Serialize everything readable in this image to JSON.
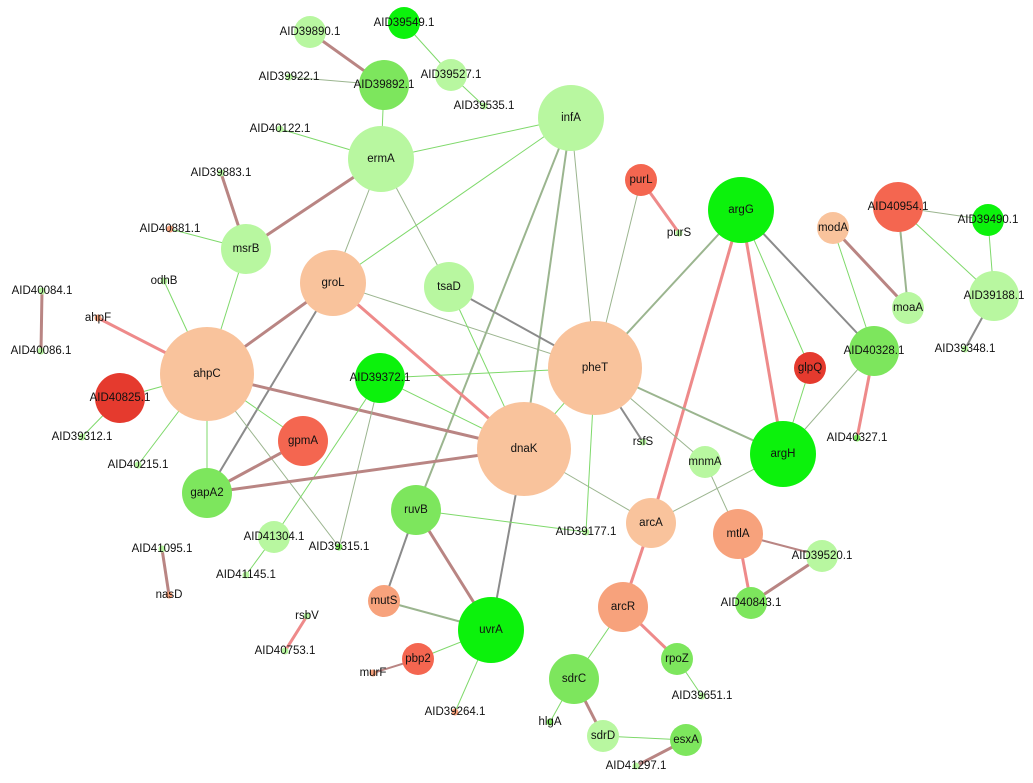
{
  "palette": {
    "dark_green": "#0cf20c",
    "mid_green": "#7de65d",
    "light_green": "#b8f7a0",
    "peach": "#f9c39c",
    "orange": "#f7a27c",
    "light_red": "#f46650",
    "red": "#e53a2e",
    "edge_green": "#7fd96b",
    "edge_gray": "#8b8b8b",
    "edge_mauve": "#b98583",
    "edge_pink": "#ee8a8a",
    "edge_graygreen": "#9bb58f"
  },
  "nodes": [
    {
      "id": "AID39890.1",
      "label": "AID39890.1",
      "color": "light_green",
      "size": "s"
    },
    {
      "id": "AID39549.1",
      "label": "AID39549.1",
      "color": "dark_green",
      "size": "s"
    },
    {
      "id": "AID39922.1",
      "label": "AID39922.1",
      "color": "light_green",
      "size": "xs"
    },
    {
      "id": "AID39892.1",
      "label": "AID39892.1",
      "color": "mid_green",
      "size": "m"
    },
    {
      "id": "AID39527.1",
      "label": "AID39527.1",
      "color": "light_green",
      "size": "s"
    },
    {
      "id": "AID39535.1",
      "label": "AID39535.1",
      "color": "light_green",
      "size": "xs"
    },
    {
      "id": "infA",
      "label": "infA",
      "color": "light_green",
      "size": "l"
    },
    {
      "id": "AID40122.1",
      "label": "AID40122.1",
      "color": "light_green",
      "size": "xs"
    },
    {
      "id": "ermA",
      "label": "ermA",
      "color": "light_green",
      "size": "l"
    },
    {
      "id": "AID39883.1",
      "label": "AID39883.1",
      "color": "light_green",
      "size": "xs"
    },
    {
      "id": "purL",
      "label": "purL",
      "color": "light_red",
      "size": "s"
    },
    {
      "id": "argG",
      "label": "argG",
      "color": "dark_green",
      "size": "l"
    },
    {
      "id": "AID40954.1",
      "label": "AID40954.1",
      "color": "light_red",
      "size": "m"
    },
    {
      "id": "AID39490.1",
      "label": "AID39490.1",
      "color": "dark_green",
      "size": "s"
    },
    {
      "id": "purS",
      "label": "purS",
      "color": "light_green",
      "size": "xs"
    },
    {
      "id": "modA",
      "label": "modA",
      "color": "peach",
      "size": "s"
    },
    {
      "id": "AID40881.1",
      "label": "AID40881.1",
      "color": "orange",
      "size": "xs"
    },
    {
      "id": "msrB",
      "label": "msrB",
      "color": "light_green",
      "size": "m"
    },
    {
      "id": "groL",
      "label": "groL",
      "color": "peach",
      "size": "l"
    },
    {
      "id": "tsaD",
      "label": "tsaD",
      "color": "light_green",
      "size": "m"
    },
    {
      "id": "odhB",
      "label": "odhB",
      "color": "light_green",
      "size": "xs"
    },
    {
      "id": "AID40084.1",
      "label": "AID40084.1",
      "color": "light_green",
      "size": "xs"
    },
    {
      "id": "ahpF",
      "label": "ahpF",
      "color": "orange",
      "size": "xs"
    },
    {
      "id": "AID40086.1",
      "label": "AID40086.1",
      "color": "light_green",
      "size": "xs"
    },
    {
      "id": "moaA",
      "label": "moaA",
      "color": "light_green",
      "size": "s"
    },
    {
      "id": "AID39188.1",
      "label": "AID39188.1",
      "color": "light_green",
      "size": "m"
    },
    {
      "id": "AID39348.1",
      "label": "AID39348.1",
      "color": "light_green",
      "size": "xs"
    },
    {
      "id": "ahpC",
      "label": "ahpC",
      "color": "peach",
      "size": "xl"
    },
    {
      "id": "pheT",
      "label": "pheT",
      "color": "peach",
      "size": "xl"
    },
    {
      "id": "AID40328.1",
      "label": "AID40328.1",
      "color": "mid_green",
      "size": "m"
    },
    {
      "id": "glpQ",
      "label": "glpQ",
      "color": "red",
      "size": "s"
    },
    {
      "id": "AID39372.1",
      "label": "AID39372.1",
      "color": "dark_green",
      "size": "m"
    },
    {
      "id": "AID40825.1",
      "label": "AID40825.1",
      "color": "red",
      "size": "m"
    },
    {
      "id": "AID39312.1",
      "label": "AID39312.1",
      "color": "light_green",
      "size": "xs"
    },
    {
      "id": "gpmA",
      "label": "gpmA",
      "color": "light_red",
      "size": "m"
    },
    {
      "id": "dnaK",
      "label": "dnaK",
      "color": "peach",
      "size": "xl"
    },
    {
      "id": "AID40327.1",
      "label": "AID40327.1",
      "color": "mid_green",
      "size": "xs"
    },
    {
      "id": "rsfS",
      "label": "rsfS",
      "color": "light_green",
      "size": "xs"
    },
    {
      "id": "mnmA",
      "label": "mnmA",
      "color": "light_green",
      "size": "s"
    },
    {
      "id": "argH",
      "label": "argH",
      "color": "dark_green",
      "size": "l"
    },
    {
      "id": "AID40215.1",
      "label": "AID40215.1",
      "color": "light_green",
      "size": "xs"
    },
    {
      "id": "gapA2",
      "label": "gapA2",
      "color": "mid_green",
      "size": "m"
    },
    {
      "id": "ruvB",
      "label": "ruvB",
      "color": "mid_green",
      "size": "m"
    },
    {
      "id": "AID39177.1",
      "label": "AID39177.1",
      "color": "light_green",
      "size": "xs"
    },
    {
      "id": "arcA",
      "label": "arcA",
      "color": "peach",
      "size": "m"
    },
    {
      "id": "mtlA",
      "label": "mtlA",
      "color": "orange",
      "size": "m"
    },
    {
      "id": "AID41304.1",
      "label": "AID41304.1",
      "color": "light_green",
      "size": "s"
    },
    {
      "id": "AID39315.1",
      "label": "AID39315.1",
      "color": "mid_green",
      "size": "xs"
    },
    {
      "id": "AID41095.1",
      "label": "AID41095.1",
      "color": "light_green",
      "size": "xs"
    },
    {
      "id": "AID39520.1",
      "label": "AID39520.1",
      "color": "light_green",
      "size": "s"
    },
    {
      "id": "AID41145.1",
      "label": "AID41145.1",
      "color": "light_green",
      "size": "xs"
    },
    {
      "id": "nasD",
      "label": "nasD",
      "color": "orange",
      "size": "xs"
    },
    {
      "id": "mutS",
      "label": "mutS",
      "color": "orange",
      "size": "s"
    },
    {
      "id": "arcR",
      "label": "arcR",
      "color": "orange",
      "size": "m"
    },
    {
      "id": "AID40843.1",
      "label": "AID40843.1",
      "color": "mid_green",
      "size": "s"
    },
    {
      "id": "rsbV",
      "label": "rsbV",
      "color": "light_green",
      "size": "xs"
    },
    {
      "id": "uvrA",
      "label": "uvrA",
      "color": "dark_green",
      "size": "l"
    },
    {
      "id": "AID40753.1",
      "label": "AID40753.1",
      "color": "light_green",
      "size": "xs"
    },
    {
      "id": "pbp2",
      "label": "pbp2",
      "color": "light_red",
      "size": "s"
    },
    {
      "id": "murF",
      "label": "murF",
      "color": "orange",
      "size": "xs"
    },
    {
      "id": "rpoZ",
      "label": "rpoZ",
      "color": "mid_green",
      "size": "s"
    },
    {
      "id": "sdrC",
      "label": "sdrC",
      "color": "mid_green",
      "size": "m"
    },
    {
      "id": "AID39651.1",
      "label": "AID39651.1",
      "color": "light_green",
      "size": "xs"
    },
    {
      "id": "AID39264.1",
      "label": "AID39264.1",
      "color": "orange",
      "size": "xs"
    },
    {
      "id": "hlgA",
      "label": "hlgA",
      "color": "mid_green",
      "size": "xs"
    },
    {
      "id": "sdrD",
      "label": "sdrD",
      "color": "light_green",
      "size": "s"
    },
    {
      "id": "esxA",
      "label": "esxA",
      "color": "mid_green",
      "size": "s"
    },
    {
      "id": "AID41297.1",
      "label": "AID41297.1",
      "color": "light_green",
      "size": "xs"
    }
  ],
  "edges": [
    {
      "source": "AID39890.1",
      "target": "AID39892.1",
      "color": "edge_mauve",
      "weight": "thick"
    },
    {
      "source": "AID39922.1",
      "target": "AID39892.1",
      "color": "edge_graygreen",
      "weight": "thin"
    },
    {
      "source": "AID39549.1",
      "target": "AID39527.1",
      "color": "edge_green",
      "weight": "thin"
    },
    {
      "source": "AID39527.1",
      "target": "AID39535.1",
      "color": "edge_green",
      "weight": "thin"
    },
    {
      "source": "AID39892.1",
      "target": "ermA",
      "color": "edge_green",
      "weight": "thin"
    },
    {
      "source": "AID40122.1",
      "target": "ermA",
      "color": "edge_green",
      "weight": "thin"
    },
    {
      "source": "ermA",
      "target": "infA",
      "color": "edge_green",
      "weight": "thin"
    },
    {
      "source": "ermA",
      "target": "msrB",
      "color": "edge_mauve",
      "weight": "thick"
    },
    {
      "source": "ermA",
      "target": "groL",
      "color": "edge_graygreen",
      "weight": "thin"
    },
    {
      "source": "ermA",
      "target": "tsaD",
      "color": "edge_graygreen",
      "weight": "thin"
    },
    {
      "source": "AID39883.1",
      "target": "msrB",
      "color": "edge_mauve",
      "weight": "thick"
    },
    {
      "source": "AID40881.1",
      "target": "msrB",
      "color": "edge_green",
      "weight": "thin"
    },
    {
      "source": "msrB",
      "target": "ahpC",
      "color": "edge_green",
      "weight": "thin"
    },
    {
      "source": "infA",
      "target": "groL",
      "color": "edge_green",
      "weight": "thin"
    },
    {
      "source": "infA",
      "target": "pheT",
      "color": "edge_graygreen",
      "weight": "thin"
    },
    {
      "source": "infA",
      "target": "dnaK",
      "color": "edge_graygreen",
      "weight": "medium"
    },
    {
      "source": "infA",
      "target": "ruvB",
      "color": "edge_graygreen",
      "weight": "medium"
    },
    {
      "source": "purL",
      "target": "purS",
      "color": "edge_pink",
      "weight": "thick"
    },
    {
      "source": "purL",
      "target": "pheT",
      "color": "edge_graygreen",
      "weight": "thin"
    },
    {
      "source": "argG",
      "target": "pheT",
      "color": "edge_graygreen",
      "weight": "medium"
    },
    {
      "source": "argG",
      "target": "arcA",
      "color": "edge_pink",
      "weight": "thick"
    },
    {
      "source": "argG",
      "target": "argH",
      "color": "edge_pink",
      "weight": "thick"
    },
    {
      "source": "argG",
      "target": "glpQ",
      "color": "edge_green",
      "weight": "thin"
    },
    {
      "source": "argG",
      "target": "AID40328.1",
      "color": "edge_gray",
      "weight": "medium"
    },
    {
      "source": "AID40954.1",
      "target": "AID39490.1",
      "color": "edge_graygreen",
      "weight": "thin"
    },
    {
      "source": "AID40954.1",
      "target": "moaA",
      "color": "edge_graygreen",
      "weight": "medium"
    },
    {
      "source": "AID40954.1",
      "target": "AID39188.1",
      "color": "edge_green",
      "weight": "thin"
    },
    {
      "source": "AID39490.1",
      "target": "AID39188.1",
      "color": "edge_green",
      "weight": "thin"
    },
    {
      "source": "AID39188.1",
      "target": "AID39348.1",
      "color": "edge_gray",
      "weight": "medium"
    },
    {
      "source": "modA",
      "target": "moaA",
      "color": "edge_mauve",
      "weight": "thick"
    },
    {
      "source": "modA",
      "target": "AID40328.1",
      "color": "edge_green",
      "weight": "thin"
    },
    {
      "source": "AID40328.1",
      "target": "argH",
      "color": "edge_graygreen",
      "weight": "thin"
    },
    {
      "source": "AID40328.1",
      "target": "AID40327.1",
      "color": "edge_pink",
      "weight": "thick"
    },
    {
      "source": "groL",
      "target": "ahpC",
      "color": "edge_mauve",
      "weight": "thick"
    },
    {
      "source": "groL",
      "target": "dnaK",
      "color": "edge_pink",
      "weight": "thick"
    },
    {
      "source": "groL",
      "target": "gapA2",
      "color": "edge_gray",
      "weight": "medium"
    },
    {
      "source": "groL",
      "target": "pheT",
      "color": "edge_graygreen",
      "weight": "thin"
    },
    {
      "source": "tsaD",
      "target": "pheT",
      "color": "edge_gray",
      "weight": "medium"
    },
    {
      "source": "tsaD",
      "target": "dnaK",
      "color": "edge_green",
      "weight": "thin"
    },
    {
      "source": "odhB",
      "target": "ahpC",
      "color": "edge_green",
      "weight": "thin"
    },
    {
      "source": "AID40084.1",
      "target": "AID40086.1",
      "color": "edge_mauve",
      "weight": "thick"
    },
    {
      "source": "ahpF",
      "target": "ahpC",
      "color": "edge_pink",
      "weight": "thick"
    },
    {
      "source": "ahpC",
      "target": "AID40825.1",
      "color": "edge_green",
      "weight": "thin"
    },
    {
      "source": "ahpC",
      "target": "AID40215.1",
      "color": "edge_green",
      "weight": "thin"
    },
    {
      "source": "ahpC",
      "target": "gapA2",
      "color": "edge_green",
      "weight": "thin"
    },
    {
      "source": "ahpC",
      "target": "dnaK",
      "color": "edge_mauve",
      "weight": "thick"
    },
    {
      "source": "ahpC",
      "target": "AID39315.1",
      "color": "edge_graygreen",
      "weight": "thin"
    },
    {
      "source": "ahpC",
      "target": "gpmA",
      "color": "edge_green",
      "weight": "thin"
    },
    {
      "source": "AID40825.1",
      "target": "AID39312.1",
      "color": "edge_green",
      "weight": "thin"
    },
    {
      "source": "pheT",
      "target": "dnaK",
      "color": "edge_green",
      "weight": "thin"
    },
    {
      "source": "pheT",
      "target": "rsfS",
      "color": "edge_gray",
      "weight": "medium"
    },
    {
      "source": "pheT",
      "target": "argH",
      "color": "edge_graygreen",
      "weight": "medium"
    },
    {
      "source": "pheT",
      "target": "mnmA",
      "color": "edge_graygreen",
      "weight": "thin"
    },
    {
      "source": "pheT",
      "target": "AID39177.1",
      "color": "edge_green",
      "weight": "thin"
    },
    {
      "source": "pheT",
      "target": "AID39372.1",
      "color": "edge_green",
      "weight": "thin"
    },
    {
      "source": "glpQ",
      "target": "argH",
      "color": "edge_green",
      "weight": "thin"
    },
    {
      "source": "AID39372.1",
      "target": "dnaK",
      "color": "edge_green",
      "weight": "thin"
    },
    {
      "source": "AID39372.1",
      "target": "AID41304.1",
      "color": "edge_green",
      "weight": "thin"
    },
    {
      "source": "AID39372.1",
      "target": "AID39315.1",
      "color": "edge_graygreen",
      "weight": "thin"
    },
    {
      "source": "gpmA",
      "target": "gapA2",
      "color": "edge_mauve",
      "weight": "thick"
    },
    {
      "source": "dnaK",
      "target": "gapA2",
      "color": "edge_mauve",
      "weight": "thick"
    },
    {
      "source": "dnaK",
      "target": "uvrA",
      "color": "edge_gray",
      "weight": "medium"
    },
    {
      "source": "dnaK",
      "target": "arcA",
      "color": "edge_graygreen",
      "weight": "thin"
    },
    {
      "source": "argH",
      "target": "arcA",
      "color": "edge_graygreen",
      "weight": "thin"
    },
    {
      "source": "mnmA",
      "target": "mtlA",
      "color": "edge_graygreen",
      "weight": "thin"
    },
    {
      "source": "ruvB",
      "target": "AID39177.1",
      "color": "edge_green",
      "weight": "thin"
    },
    {
      "source": "ruvB",
      "target": "mutS",
      "color": "edge_gray",
      "weight": "medium"
    },
    {
      "source": "ruvB",
      "target": "uvrA",
      "color": "edge_mauve",
      "weight": "thick"
    },
    {
      "source": "arcA",
      "target": "arcR",
      "color": "edge_pink",
      "weight": "thick"
    },
    {
      "source": "mtlA",
      "target": "AID39520.1",
      "color": "edge_mauve",
      "weight": "medium"
    },
    {
      "source": "mtlA",
      "target": "AID40843.1",
      "color": "edge_pink",
      "weight": "thick"
    },
    {
      "source": "AID39520.1",
      "target": "AID40843.1",
      "color": "edge_mauve",
      "weight": "thick"
    },
    {
      "source": "AID41304.1",
      "target": "AID41145.1",
      "color": "edge_green",
      "weight": "thin"
    },
    {
      "source": "AID41095.1",
      "target": "nasD",
      "color": "edge_mauve",
      "weight": "thick"
    },
    {
      "source": "mutS",
      "target": "uvrA",
      "color": "edge_graygreen",
      "weight": "medium"
    },
    {
      "source": "rsbV",
      "target": "AID40753.1",
      "color": "edge_pink",
      "weight": "thick"
    },
    {
      "source": "uvrA",
      "target": "pbp2",
      "color": "edge_green",
      "weight": "thin"
    },
    {
      "source": "uvrA",
      "target": "AID39264.1",
      "color": "edge_green",
      "weight": "thin"
    },
    {
      "source": "pbp2",
      "target": "murF",
      "color": "edge_mauve",
      "weight": "medium"
    },
    {
      "source": "arcR",
      "target": "rpoZ",
      "color": "edge_pink",
      "weight": "thick"
    },
    {
      "source": "arcR",
      "target": "sdrC",
      "color": "edge_green",
      "weight": "thin"
    },
    {
      "source": "rpoZ",
      "target": "AID39651.1",
      "color": "edge_green",
      "weight": "thin"
    },
    {
      "source": "sdrC",
      "target": "hlgA",
      "color": "edge_green",
      "weight": "thin"
    },
    {
      "source": "sdrC",
      "target": "sdrD",
      "color": "edge_mauve",
      "weight": "thick"
    },
    {
      "source": "sdrD",
      "target": "esxA",
      "color": "edge_green",
      "weight": "thin"
    },
    {
      "source": "esxA",
      "target": "AID41297.1",
      "color": "edge_mauve",
      "weight": "thick"
    }
  ]
}
